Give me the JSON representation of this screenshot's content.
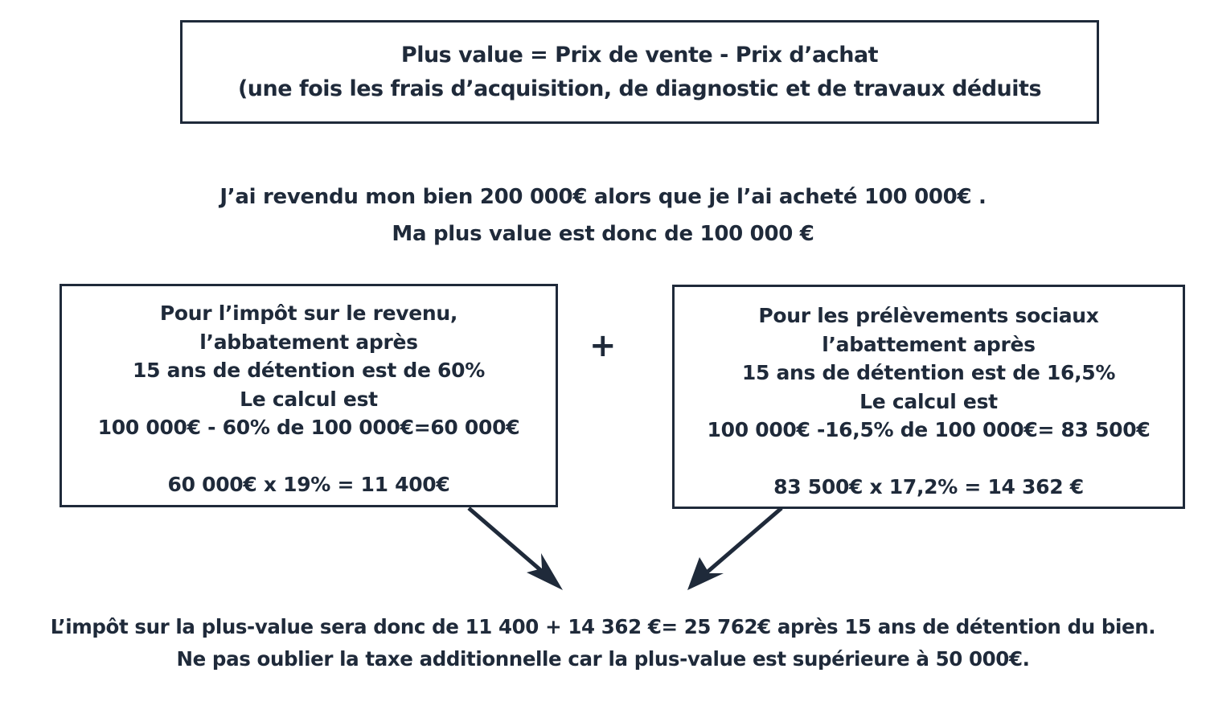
{
  "formula": {
    "line1": "Plus value = Prix de vente - Prix d’achat",
    "line2": "(une fois les frais d’acquisition, de diagnostic et de travaux déduits"
  },
  "example": {
    "line1": "J’ai revendu mon bien 200 000€ alors que je l’ai acheté 100 000€ .",
    "line2": "Ma plus value est donc de 100 000 €"
  },
  "impot_revenu": {
    "lines": [
      "Pour l’impôt sur le revenu,",
      "l’abbatement après",
      "15 ans de détention est de 60%",
      "Le calcul est",
      "100 000€ - 60% de 100 000€=60 000€"
    ],
    "result": "60 000€ x 19% = 11 400€"
  },
  "operator": "+",
  "prelevements_sociaux": {
    "lines": [
      "Pour les prélèvements sociaux",
      "l’abattement après",
      "15 ans de détention est de 16,5%",
      "Le calcul est",
      "100 000€ -16,5% de 100 000€= 83 500€"
    ],
    "result": "83 500€ x 17,2% = 14 362 €"
  },
  "conclusion": {
    "line1": "L’impôt sur la plus-value sera donc de 11 400 + 14 362 €= 25 762€ après 15 ans de détention du bien.",
    "line2": "Ne pas oublier la taxe additionnelle car la plus-value est supérieure à 50 000€."
  },
  "colors": {
    "ink": "#1f2a3a",
    "background": "#ffffff"
  }
}
